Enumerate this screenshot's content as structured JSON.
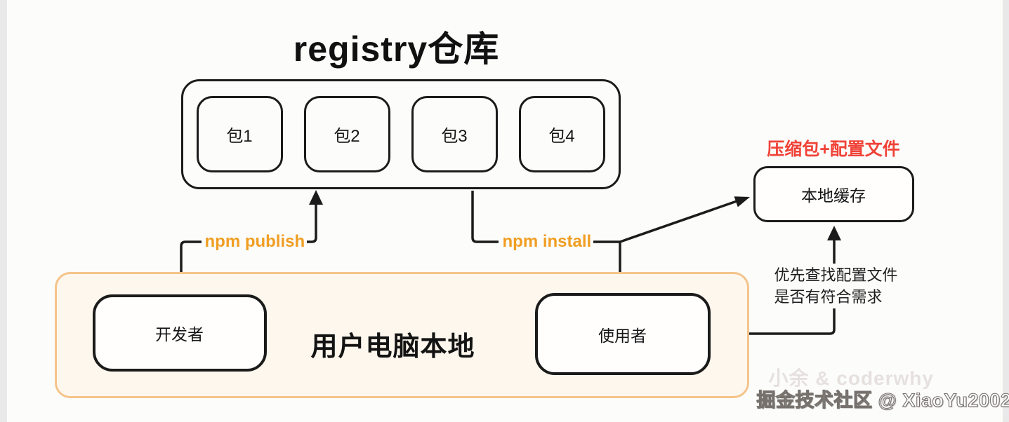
{
  "colors": {
    "line_black": "#1b1b1b",
    "accent_orange": "#f09e22",
    "note_red": "#f04338",
    "container_orange_border": "#f5c48b",
    "container_orange_bg": "#fdf7ed",
    "page_bg": "#fcfcfb"
  },
  "diagram": {
    "title": "registry仓库",
    "registry": {
      "packages": [
        {
          "label": "包1"
        },
        {
          "label": "包2"
        },
        {
          "label": "包3"
        },
        {
          "label": "包4"
        }
      ]
    },
    "nodes": {
      "developer": {
        "label": "开发者"
      },
      "user": {
        "label": "使用者"
      },
      "local_cache": {
        "label": "本地缓存"
      },
      "local_computer_zone": {
        "label": "用户电脑本地"
      }
    },
    "edges": {
      "publish_label": "npm publish",
      "install_label": "npm install"
    },
    "annotations": {
      "cache_note": "压缩包+配置文件",
      "lookup_note_line1": "优先查找配置文件",
      "lookup_note_line2": "是否有符合需求"
    },
    "watermarks": {
      "authors": "小余 & coderwhy",
      "community": "掘金技术社区 @ XiaoYu2002"
    }
  }
}
